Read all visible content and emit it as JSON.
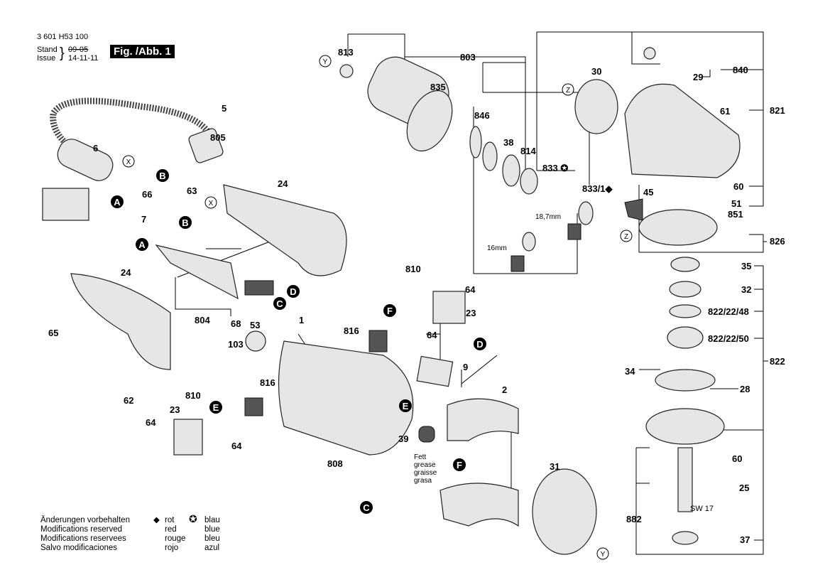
{
  "header": {
    "part_number": "3 601 H53 100",
    "stand_label": "Stand",
    "issue_label": "Issue",
    "stand_date_struck": "09-05",
    "issue_date": "14-11-11",
    "figure": "Fig. /Abb. 1"
  },
  "footer": {
    "notes": [
      "Änderungen vorbehalten",
      "Modifications reserved",
      "Modifications reservees",
      "Salvo modificaciones"
    ],
    "red": [
      "rot",
      "red",
      "rouge",
      "rojo"
    ],
    "blue": [
      "blau",
      "blue",
      "bleu",
      "azul"
    ],
    "red_symbol": "diamond",
    "blue_symbol": "circled-star"
  },
  "grease": [
    "Fett",
    "grease",
    "graisse",
    "grasa"
  ],
  "labels": {
    "l813": "813",
    "l803": "803",
    "l835": "835",
    "l30": "30",
    "l840": "840",
    "l29": "29",
    "l821": "821",
    "l61": "61",
    "l846": "846",
    "l38": "38",
    "l814": "814",
    "l833": "833",
    "l5": "5",
    "l805": "805",
    "l6": "6",
    "l24a": "24",
    "l66": "66",
    "l63": "63",
    "l7": "7",
    "l833_1": "833/1",
    "l45": "45",
    "l60a": "60",
    "l51": "51",
    "l851": "851",
    "l826": "826",
    "d187": "18,7mm",
    "d16": "16mm",
    "l35": "35",
    "l810a": "810",
    "l64a": "64",
    "l32": "32",
    "l24b": "24",
    "l23a": "23",
    "l822_48": "822/22/48",
    "l65": "65",
    "l804": "804",
    "l68": "68",
    "l53": "53",
    "l816a": "816",
    "l64b": "64",
    "l822_50": "822/22/50",
    "l1": "1",
    "l103": "103",
    "l9": "9",
    "l822": "822",
    "l34": "34",
    "l2": "2",
    "l28": "28",
    "l816b": "816",
    "l810b": "810",
    "l62": "62",
    "l23b": "23",
    "l64c": "64",
    "l64d": "64",
    "l39": "39",
    "l60b": "60",
    "l808": "808",
    "l31": "31",
    "l25": "25",
    "sw17": "SW 17",
    "l882": "882",
    "l37": "37"
  },
  "connectors": {
    "A": "A",
    "B": "B",
    "C": "C",
    "D": "D",
    "E": "E",
    "F": "F",
    "X": "X",
    "Y": "Y",
    "Z": "Z"
  }
}
